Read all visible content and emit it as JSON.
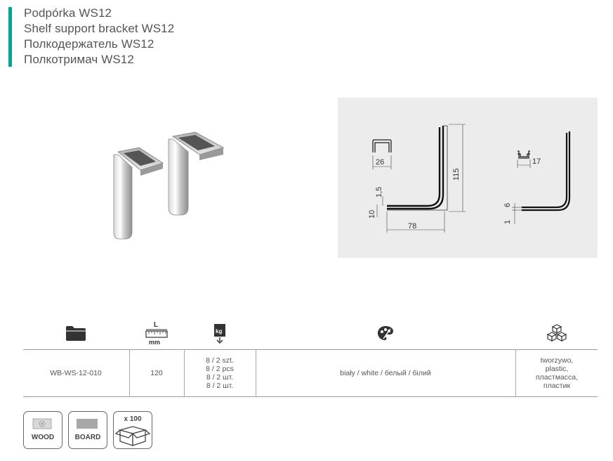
{
  "header": {
    "titles": [
      "Podpórka WS12",
      "Shelf support bracket WS12",
      "Полкодержатель WS12",
      "Полкотримач WS12"
    ]
  },
  "drawing": {
    "dims": {
      "width_channel": "26",
      "height": "115",
      "thickness": "1,5",
      "base": "10",
      "depth": "78",
      "side_channel": "17",
      "side_gap": "6",
      "side_thick": "1"
    }
  },
  "table": {
    "icons": {
      "length_letter": "L",
      "length_unit": "mm",
      "weight_unit": "kg"
    },
    "row": {
      "code": "WB-WS-12-010",
      "length": "120",
      "pack": [
        "8 / 2 szt.",
        "8 / 2 pcs",
        "8 / 2 шт.",
        "8 / 2 шт."
      ],
      "color": "biały / white / белый / білий",
      "material": [
        "tworzywo,",
        "plastic,",
        "пластмасса,",
        "пластик"
      ]
    }
  },
  "badges": {
    "wood": "WOOD",
    "board": "BOARD",
    "box_count": "x 100"
  }
}
